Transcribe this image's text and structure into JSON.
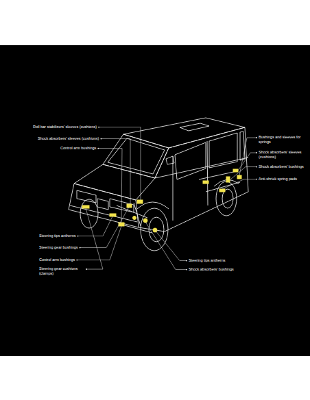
{
  "diagram": {
    "labels": [
      "Roll bar stabilizers' sleeves (cushions)",
      "Shock absorbers' sleeves (cushions)",
      "Control arm bushings",
      "Bushings and sleeves for springs",
      "Shock absorbers' sleeves (cushions)",
      "Shock absorbers' bushings",
      "Anti-shriek spring pads",
      "Steering tips antherns",
      "Steering gear bushings",
      "Control arm bushings",
      "Steering gear cushions (clamps)",
      "Steering tips antherns",
      "Shock absorbers' bushings"
    ]
  }
}
